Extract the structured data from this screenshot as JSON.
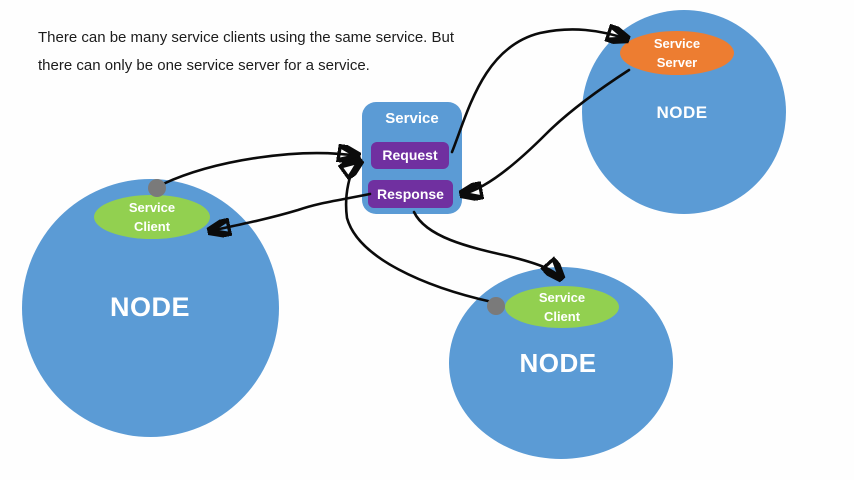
{
  "caption": {
    "line1": "There can be many service clients using the same service. But",
    "line2": "there can only be one service server for a service."
  },
  "service_box": {
    "title": "Service",
    "request_label": "Request",
    "response_label": "Response"
  },
  "nodes": {
    "left": {
      "label": "NODE",
      "badge_line1": "Service",
      "badge_line2": "Client"
    },
    "right": {
      "label": "NODE",
      "badge_line1": "Service",
      "badge_line2": "Server"
    },
    "bottom": {
      "label": "NODE",
      "badge_line1": "Service",
      "badge_line2": "Client"
    }
  },
  "edges": [
    {
      "from": "left-service-client",
      "to": "request"
    },
    {
      "from": "response",
      "to": "left-service-client"
    },
    {
      "from": "bottom-service-client",
      "to": "request"
    },
    {
      "from": "response",
      "to": "bottom-service-client"
    },
    {
      "from": "request",
      "to": "service-server"
    },
    {
      "from": "service-server",
      "to": "response"
    }
  ],
  "colors": {
    "node_fill": "#5b9bd5",
    "service_client_fill": "#92d050",
    "service_server_fill": "#ed7d31",
    "message_fill": "#7030a0",
    "connector": "#0b0b0b",
    "connection_dot": "#7a7a7a",
    "background": "#fefefe",
    "caption_text": "#1c1c1c",
    "label_text": "#ffffff"
  }
}
